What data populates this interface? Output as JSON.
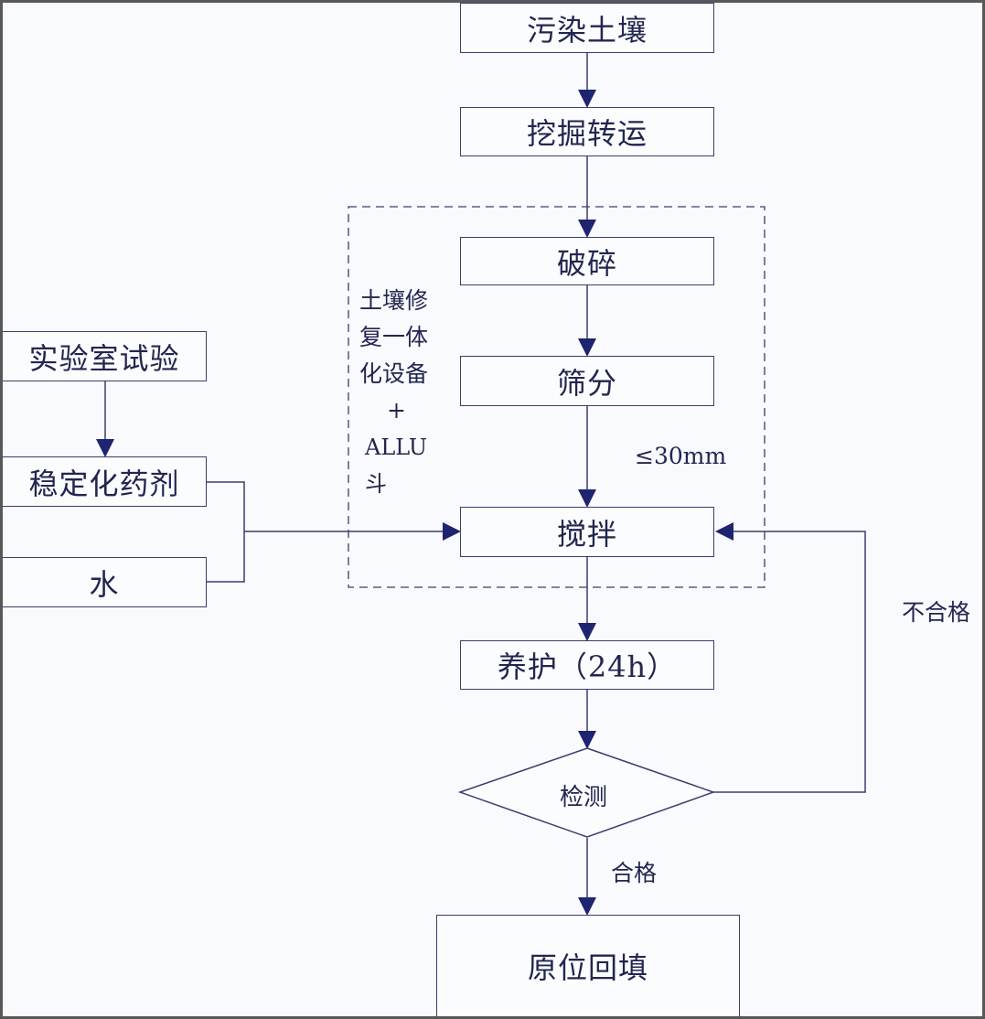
{
  "diagram": {
    "type": "flowchart",
    "colors": {
      "frame": "#585858",
      "background": "#f9fafd",
      "line": "#3a3d6e",
      "arrow": "#1e2470",
      "text": "#22264f"
    },
    "main_flow": {
      "contaminated_soil": "污染土壤",
      "excavation_transport": "挖掘转运",
      "crushing": "破碎",
      "screening": "筛分",
      "mixing": "搅拌",
      "curing": "养护（24h）",
      "testing": "检测",
      "backfill": "原位回填"
    },
    "side_inputs": {
      "lab_test": "实验室试验",
      "stabilizer": "稳定化药剂",
      "water": "水"
    },
    "equipment_group": {
      "label_lines": [
        "土壤修",
        "复一体",
        "化设备",
        "+",
        "ALLU 斗"
      ]
    },
    "edge_labels": {
      "particle_size": "≤30mm",
      "fail": "不合格",
      "pass": "合格"
    }
  }
}
